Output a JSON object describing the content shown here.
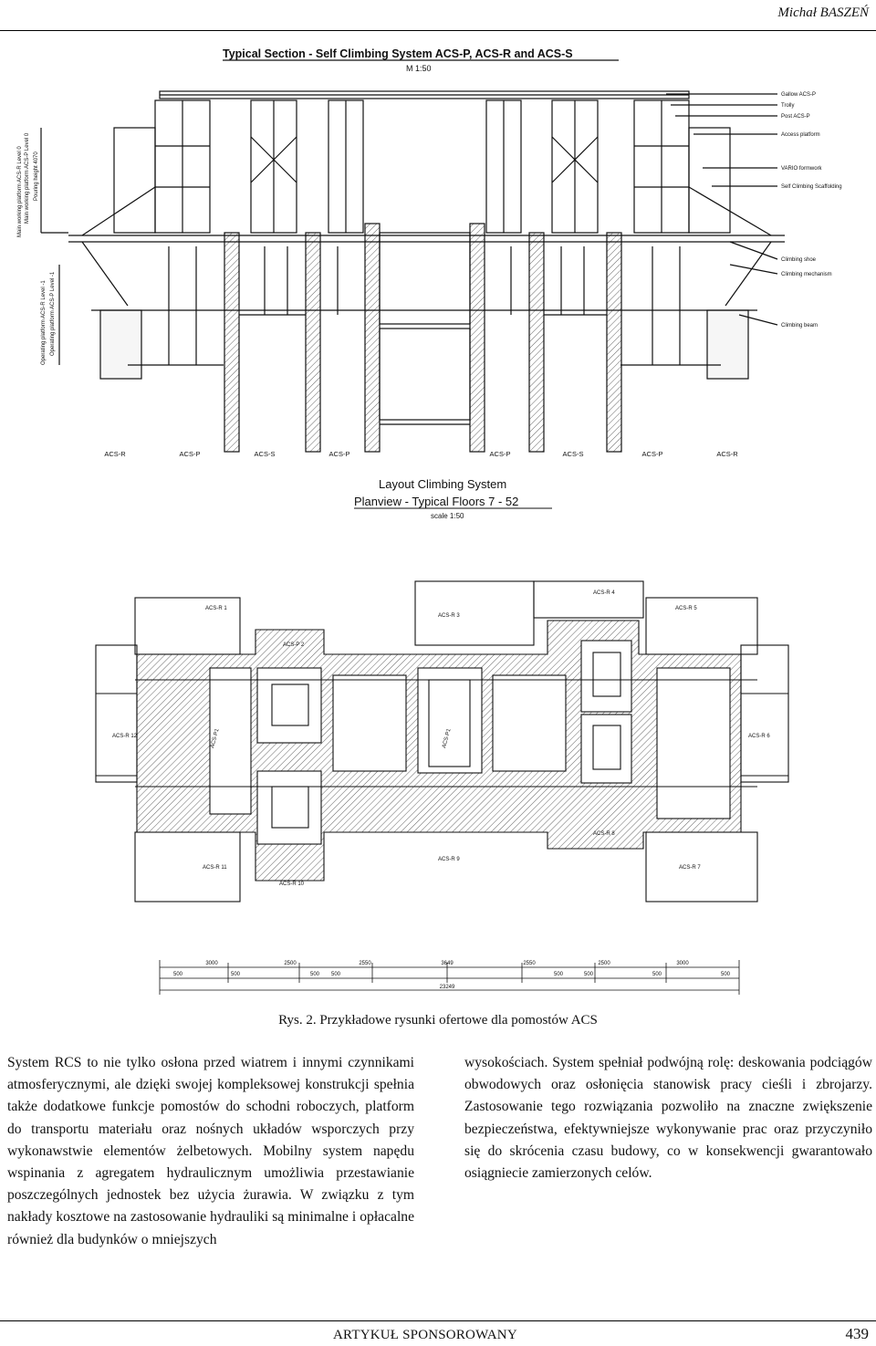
{
  "header": {
    "author": "Michał BASZEŃ"
  },
  "section": {
    "title": "Typical Section - Self Climbing System ACS-P, ACS-R and ACS-S",
    "scale": "M 1:50",
    "right_labels": [
      "Gallow ACS-P",
      "Trolly",
      "Post ACS-P",
      "Access platform",
      "VARIO formwork",
      "Self Climbing Scaffolding",
      "Climbing shoe",
      "Climbing mechanism",
      "Climbing beam"
    ],
    "left_labels": [
      "Main working platform ACS-R Level 0",
      "Main working platform ACS-P Level 0",
      "Pouring height 4070",
      "Operating platform ACS-R Level -1",
      "Operating platform ACS-P Level -1"
    ],
    "bottom_labels": [
      "ACS-R",
      "ACS-P",
      "ACS-S",
      "ACS-P",
      "ACS-P",
      "ACS-S",
      "ACS-P",
      "ACS-R"
    ]
  },
  "plan": {
    "title1": "Layout Climbing System",
    "title2": "Planview  -  Typical Floors 7 - 52",
    "scale": "scale 1:50",
    "units": [
      "ACS-R 1",
      "ACS-P 2",
      "ACS-R 3",
      "ACS-R 4",
      "ACS-R 5",
      "ACS-R 6",
      "ACS-R 7",
      "ACS-R 8",
      "ACS-R 9",
      "ACS-R 10",
      "ACS-R 11",
      "ACS-R 12",
      "ACS-P1",
      "ACS-P1"
    ],
    "dims_top": [
      "3000",
      "2500",
      "2550",
      "3649",
      "2550",
      "2500",
      "3000"
    ],
    "dims_mid": [
      "500",
      "500",
      "500",
      "500",
      "500",
      "500",
      "500",
      "500"
    ],
    "dims_total": "23249"
  },
  "caption": "Rys. 2. Przykładowe rysunki ofertowe dla pomostów ACS",
  "body": {
    "left": "System RCS to nie tylko osłona przed wiatrem i innymi czynnikami atmosferycznymi, ale dzięki swojej kompleksowej konstrukcji spełnia także dodatkowe funkcje pomostów do schodni roboczych, platform do transportu materiału oraz nośnych układów wsporczych przy wykonawstwie elementów żelbetowych. Mobilny system napędu wspinania z agregatem hydraulicznym umożliwia przestawianie poszczególnych jednostek bez użycia żurawia. W związku z tym nakłady kosztowe na zastosowanie hydrauliki są minimalne i opłacalne również dla budynków o mniejszych",
    "right": "wysokościach. System spełniał podwójną rolę: deskowania podciągów obwodowych oraz osłonięcia stanowisk pracy cieśli i zbrojarzy. Zastosowanie tego rozwiązania pozwoliło na znaczne zwiększenie bezpieczeństwa, efektywniejsze wykonywanie prac oraz przyczyniło się do skrócenia czasu budowy, co w konsekwencji gwarantowało osiągniecie zamierzonych celów."
  },
  "footer": {
    "label": "ARTYKUŁ SPONSOROWANY",
    "page": "439"
  }
}
